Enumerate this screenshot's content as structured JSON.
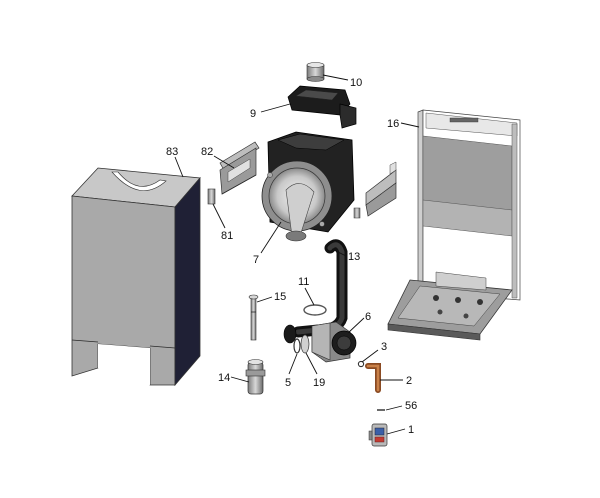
{
  "labels": {
    "p1": "1",
    "p2": "2",
    "p3": "3",
    "p5": "5",
    "p6": "6",
    "p7": "7",
    "p9": "9",
    "p10": "10",
    "p11": "11",
    "p13": "13",
    "p14": "14",
    "p15": "15",
    "p16": "16",
    "p19": "19",
    "p56": "56",
    "p81": "81",
    "p82": "82",
    "p83": "83"
  }
}
